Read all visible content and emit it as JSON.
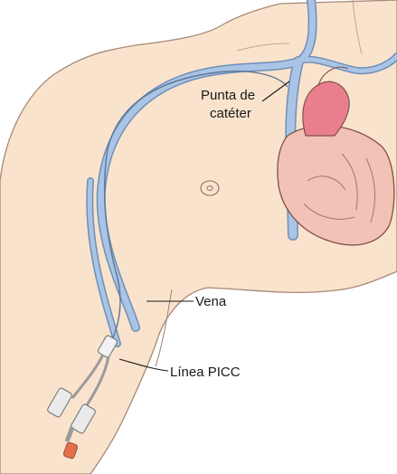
{
  "labels": {
    "catheter_tip_line1": "Punta de",
    "catheter_tip_line2": "catéter",
    "vein": "Vena",
    "picc_line": "Línea PICC"
  },
  "colors": {
    "skin": "#f9e3cd",
    "skin_outline": "#a58a78",
    "vein": "#a9c4e4",
    "vein_outline": "#6f8fb8",
    "heart": "#f2c2b6",
    "heart_outline": "#7e5147",
    "aorta": "#e97f8d",
    "catheter_cap": "#e4704a"
  },
  "icons": {
    "heart": "heart-illustration",
    "nipple": "nipple-mark",
    "catheter_hub": "picc-hub-connectors"
  }
}
